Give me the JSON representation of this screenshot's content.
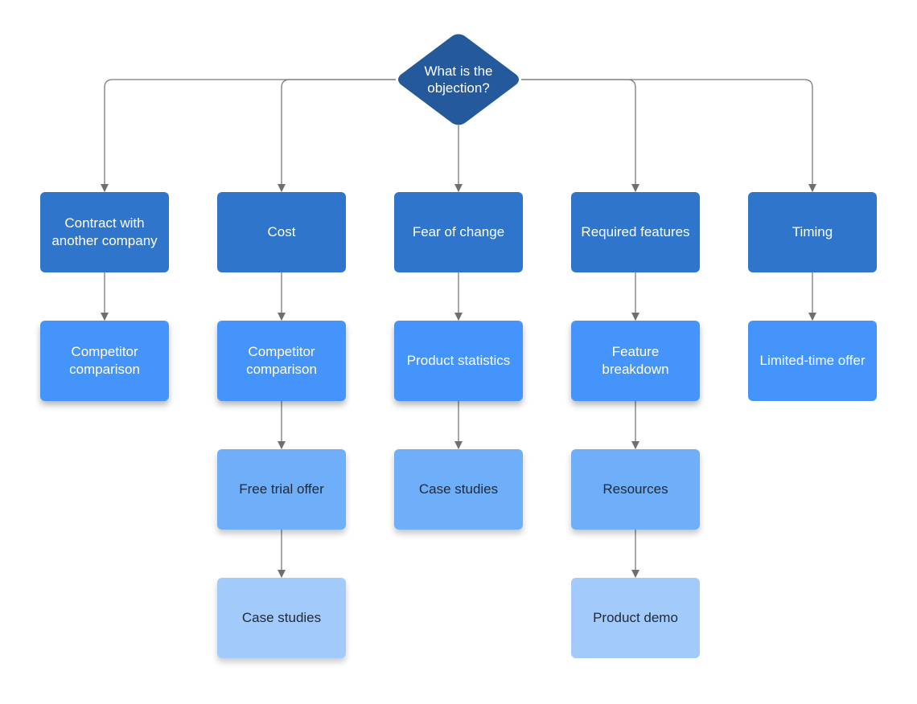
{
  "diagram": {
    "decision": {
      "label": "What is the\nobjection?",
      "color": "#245a9c"
    },
    "connector_color": "#7a7a7a",
    "columns": [
      {
        "category": "Contract with another company",
        "steps": [
          "Competitor comparison"
        ]
      },
      {
        "category": "Cost",
        "steps": [
          "Competitor comparison",
          "Free trial offer",
          "Case studies"
        ]
      },
      {
        "category": "Fear of change",
        "steps": [
          "Product statistics",
          "Case studies"
        ]
      },
      {
        "category": "Required features",
        "steps": [
          "Feature breakdown",
          "Resources",
          "Product demo"
        ]
      },
      {
        "category": "Timing",
        "steps": [
          "Limited-time offer"
        ]
      }
    ]
  }
}
